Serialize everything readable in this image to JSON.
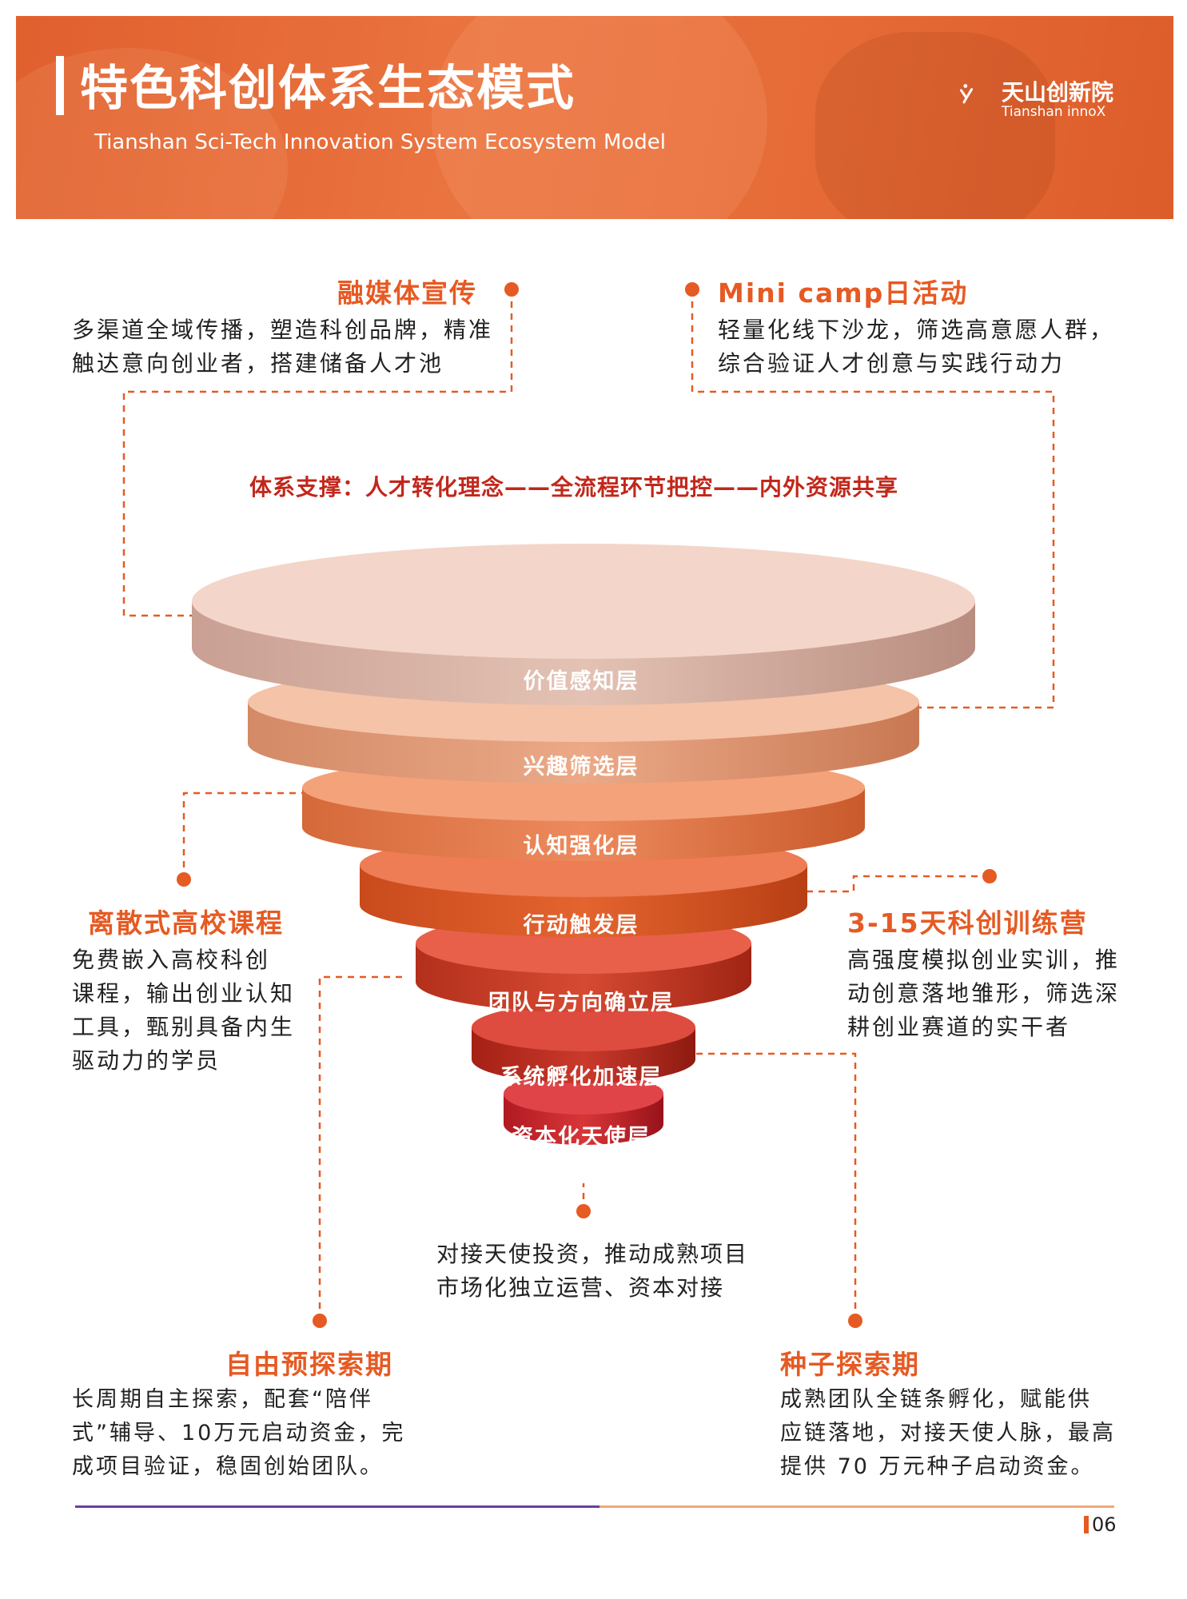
{
  "header": {
    "title": "特色科创体系生态模式",
    "subtitle": "Tianshan Sci-Tech Innovation System Ecosystem Model",
    "logo_cn": "天山创新院",
    "logo_en": "Tianshan innoX"
  },
  "support_line": "体系支撑：人才转化理念——全流程环节把控——内外资源共享",
  "sections": {
    "media": {
      "title": "融媒体宣传",
      "lines": [
        "多渠道全域传播，塑造科创品牌，精准",
        "触达意向创业者，搭建储备人才池"
      ]
    },
    "minicamp": {
      "title": "Mini camp日活动",
      "lines": [
        "轻量化线下沙龙，筛选高意愿人群，",
        "综合验证人才创意与实践行动力"
      ]
    },
    "courses": {
      "title": "离散式高校课程",
      "lines": [
        "免费嵌入高校科创",
        "课程，输出创业认知",
        "工具，甄别具备内生",
        "驱动力的学员"
      ]
    },
    "bootcamp": {
      "title": "3-15天科创训练营",
      "lines": [
        "高强度模拟创业实训，推",
        "动创意落地雏形，筛选深",
        "耕创业赛道的实干者"
      ]
    },
    "free_explore": {
      "title": "自由预探索期",
      "lines": [
        "长周期自主探索，配套“陪伴",
        "式”辅导、10万元启动资金，完",
        "成项目验证，稳固创始团队。"
      ]
    },
    "seed_explore": {
      "title": "种子探索期",
      "lines": [
        "成熟团队全链条孵化，赋能供",
        "应链落地，对接天使人脉，最高",
        "提供 70 万元种子启动资金。"
      ]
    },
    "angel_caption": {
      "lines": [
        "对接天使投资，推动成熟项目",
        "市场化独立运营、资本对接"
      ]
    }
  },
  "funnel_layers": [
    {
      "label": "价值感知层",
      "color_top": "#f3d6c9",
      "color_side": "#d9b2a4"
    },
    {
      "label": "兴趣筛选层",
      "color_top": "#f5c3a7",
      "color_side": "#e09a77"
    },
    {
      "label": "认知强化层",
      "color_top": "#f4a27a",
      "color_side": "#e07646"
    },
    {
      "label": "行动触发层",
      "color_top": "#ee7c55",
      "color_side": "#dd5326"
    },
    {
      "label": "团队与方向确立层",
      "color_top": "#e8604a",
      "color_side": "#c93b22"
    },
    {
      "label": "系统孵化加速层",
      "color_top": "#de4c3f",
      "color_side": "#b8291d"
    },
    {
      "label": "资本化天使层",
      "color_top": "#e04448",
      "color_side": "#c0202a"
    }
  ],
  "colors": {
    "accent": "#e65a23",
    "support_text": "#c2271b",
    "footer_purple": "#6a3fa0",
    "footer_orange": "#f0a77a"
  },
  "page_number": "06"
}
